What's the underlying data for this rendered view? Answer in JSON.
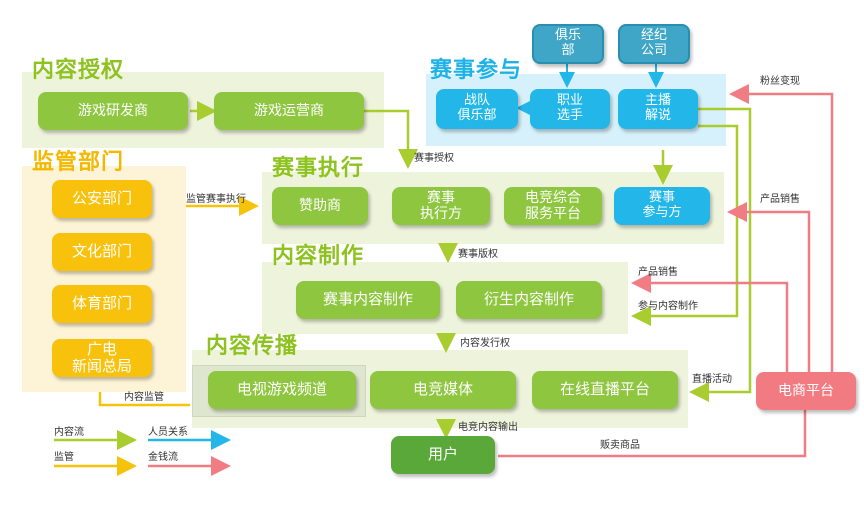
{
  "colors": {
    "content_flow": "#a9cc2e",
    "personnel": "#22b7e8",
    "regulation": "#f5c40a",
    "money": "#f07c84"
  },
  "sections": {
    "content_license": "内容授权",
    "regulators": "监管部门",
    "event_participation": "赛事参与",
    "event_execution": "赛事执行",
    "content_production": "内容制作",
    "content_distribution": "内容传播"
  },
  "nodes": {
    "game_developer": "游戏研发商",
    "game_operator": "游戏运营商",
    "public_security": "公安部门",
    "culture_dept": "文化部门",
    "sports_dept": "体育部门",
    "sarft": "广电\n新闻总局",
    "club": "俱乐\n部",
    "agency": "经纪\n公司",
    "team_club": "战队\n俱乐部",
    "pro_player": "职业\n选手",
    "streamer": "主播\n解说",
    "sponsor": "赞助商",
    "event_executor": "赛事\n执行方",
    "esports_service": "电竞综合\n服务平台",
    "event_participant": "赛事\n参与方",
    "event_content": "赛事内容制作",
    "derivative_content": "衍生内容制作",
    "tv_channel": "电视游戏频道",
    "esports_media": "电竞媒体",
    "live_platform": "在线直播平台",
    "user": "用户",
    "ecommerce": "电商平台"
  },
  "edge_labels": {
    "event_license": "赛事授权",
    "regulate_execution": "监管赛事执行",
    "event_copyright": "赛事版权",
    "distribution_rights": "内容发行权",
    "content_regulation": "内容监管",
    "esports_output": "电竞内容输出",
    "fan_monetization": "粉丝变现",
    "product_sales_1": "产品销售",
    "product_sales_2": "产品销售",
    "join_production": "参与内容制作",
    "live_activity": "直播活动",
    "sell_goods": "贩卖商品"
  },
  "legend": {
    "content_flow": "内容流",
    "personnel": "人员关系",
    "regulation": "监管",
    "money": "金钱流"
  }
}
